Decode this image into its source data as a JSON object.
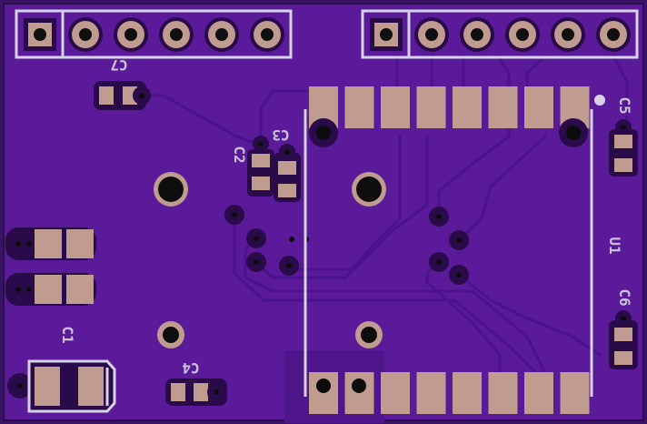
{
  "board": {
    "background": "#3a1266",
    "pcb_color": "#5a1a9a",
    "trace_color": "#4b138a",
    "copper_color": "#bf9c8f",
    "silk_color": "#d8d2e6"
  },
  "labels": {
    "c1": "C1",
    "c2": "C2",
    "c3": "C3",
    "c4": "C4",
    "c5": "C5",
    "c6": "C6",
    "c7": "C7",
    "u1": "U1"
  },
  "headers": {
    "left_pin_count": 6,
    "right_pin_count": 6
  },
  "u1": {
    "pads_per_side": 8
  }
}
